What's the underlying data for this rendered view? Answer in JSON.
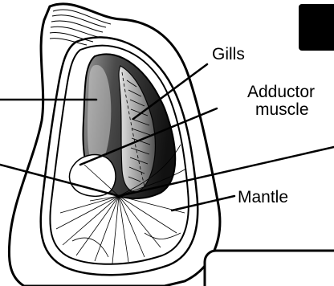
{
  "diagram": {
    "labels": {
      "gills": "Gills",
      "adductor_line1": "Adductor",
      "adductor_line2": "muscle",
      "mantle": "Mantle"
    }
  }
}
